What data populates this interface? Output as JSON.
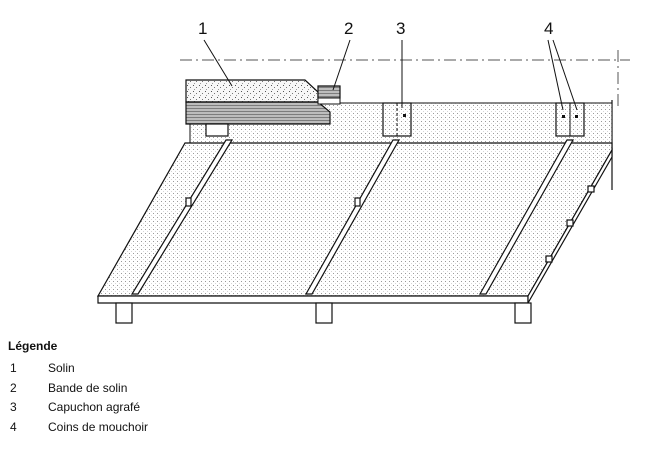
{
  "callouts": [
    "1",
    "2",
    "3",
    "4"
  ],
  "legend": {
    "title": "Légende",
    "items": [
      {
        "num": "1",
        "label": "Solin"
      },
      {
        "num": "2",
        "label": "Bande de solin"
      },
      {
        "num": "3",
        "label": "Capuchon agrafé"
      },
      {
        "num": "4",
        "label": "Coins de mouchoir"
      }
    ]
  }
}
